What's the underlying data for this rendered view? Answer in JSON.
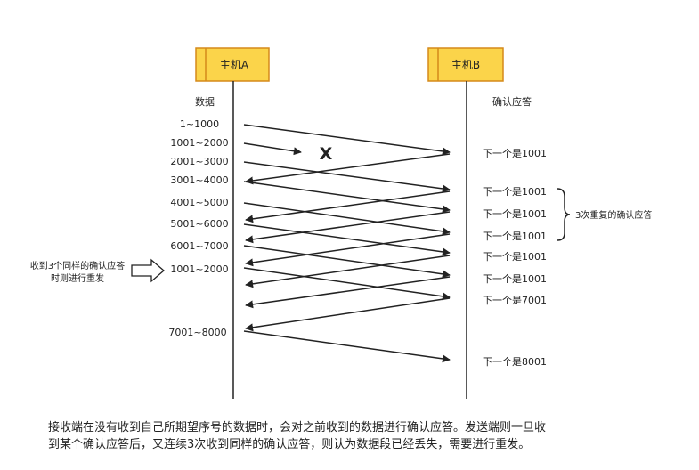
{
  "colors": {
    "host_fill": "#fbd44a",
    "host_border": "#d58a1a",
    "line": "#222222",
    "text": "#222222"
  },
  "host_a": {
    "label": "主机A"
  },
  "host_b": {
    "label": "主机B"
  },
  "left_header": "数据",
  "right_header": "确认应答",
  "segments": [
    "1~1000",
    "1001~2000",
    "2001~3000",
    "3001~4000",
    "4001~5000",
    "5001~6000",
    "6001~7000",
    "1001~2000",
    "7001~8000"
  ],
  "acks": [
    "下一个是1001",
    "下一个是1001",
    "下一个是1001",
    "下一个是1001",
    "下一个是1001",
    "下一个是1001",
    "下一个是7001",
    "下一个是8001"
  ],
  "lost_mark": "X",
  "brace_note": "3次重复的确认应答",
  "side_note": [
    "收到3个同样的确认应答",
    "时则进行重发"
  ],
  "caption": [
    "接收端在没有收到自己所期望序号的数据时，会对之前收到的数据进行确认应答。发送端则一旦收",
    "到某个确认应答后，又连续3次收到同样的确认应答，则认为数据段已经丢失，需要进行重发。"
  ]
}
